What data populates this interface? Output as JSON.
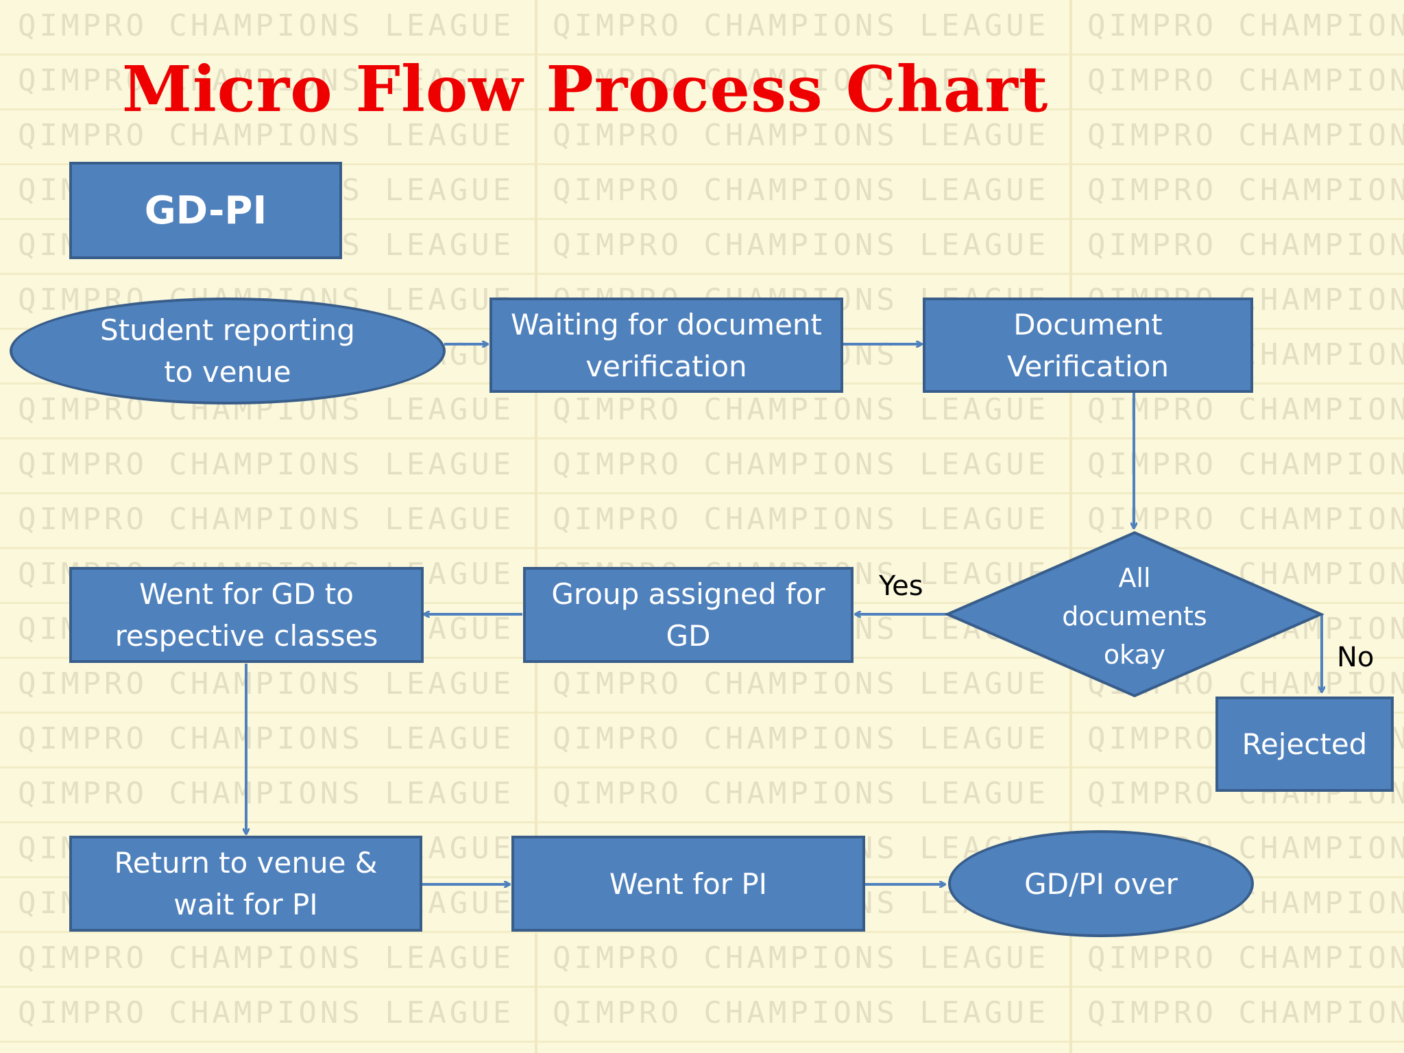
{
  "watermark": "QIMPRO CHAMPIONS LEAGUE",
  "title": "Micro Flow Process Chart",
  "header_box": "GD-PI",
  "nodes": {
    "student_reporting": {
      "line1": "Student reporting",
      "line2": "to venue"
    },
    "waiting_verification": {
      "line1": "Waiting for document",
      "line2": "verification"
    },
    "document_verification": {
      "line1": "Document",
      "line2": "Verification"
    },
    "all_documents_okay": {
      "line1": "All",
      "line2": "documents",
      "line3": "okay"
    },
    "rejected": "Rejected",
    "group_assigned": {
      "line1": "Group assigned for",
      "line2": "GD"
    },
    "went_for_gd": {
      "line1": "Went for GD to",
      "line2": "respective classes"
    },
    "return_to_venue": {
      "line1": "Return to venue &",
      "line2": "wait for PI"
    },
    "went_for_pi": "Went for PI",
    "gd_pi_over": "GD/PI over"
  },
  "edge_labels": {
    "yes": "Yes",
    "no": "No"
  },
  "colors": {
    "background": "#fbf8dc",
    "node_fill": "#4f81bd",
    "node_border": "#385d8a",
    "connector": "#4f81bd",
    "title": "#ee0000"
  }
}
